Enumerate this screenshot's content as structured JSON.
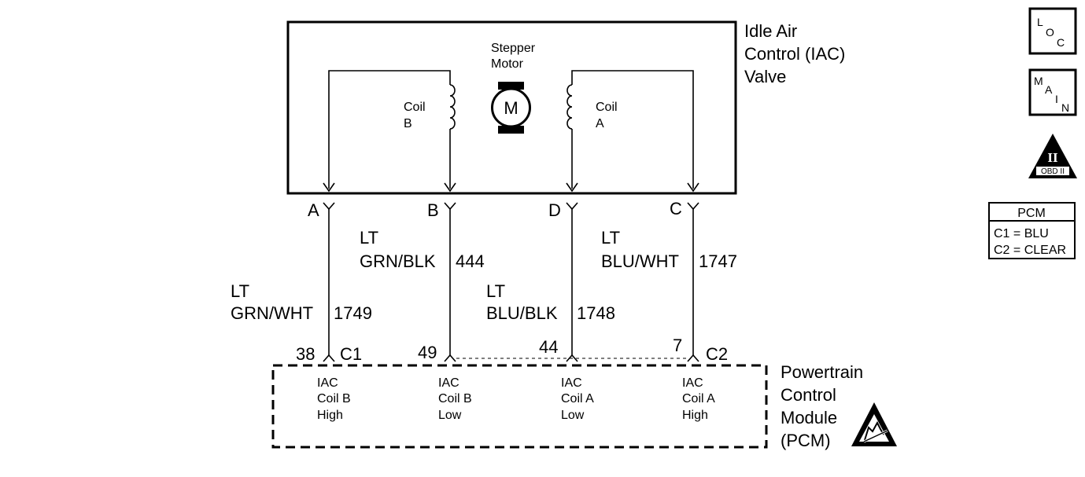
{
  "iac_valve": {
    "title_line1": "Idle Air",
    "title_line2": "Control (IAC)",
    "title_line3": "Valve",
    "motor_label_line1": "Stepper",
    "motor_label_line2": "Motor",
    "motor_symbol": "M",
    "coil_b_line1": "Coil",
    "coil_b_line2": "B",
    "coil_a_line1": "Coil",
    "coil_a_line2": "A"
  },
  "valve_pins": [
    {
      "label": "A"
    },
    {
      "label": "B"
    },
    {
      "label": "D"
    },
    {
      "label": "C"
    }
  ],
  "wires": [
    {
      "color_line1": "LT",
      "color_line2": "GRN/WHT",
      "circuit": "1749"
    },
    {
      "color_line1": "LT",
      "color_line2": "GRN/BLK",
      "circuit": "444"
    },
    {
      "color_line1": "LT",
      "color_line2": "BLU/BLK",
      "circuit": "1748"
    },
    {
      "color_line1": "LT",
      "color_line2": "BLU/WHT",
      "circuit": "1747"
    }
  ],
  "pcm_pins": [
    {
      "number": "38",
      "connector": "C1",
      "line1": "IAC",
      "line2": "Coil B",
      "line3": "High"
    },
    {
      "number": "49",
      "connector": "",
      "line1": "IAC",
      "line2": "Coil B",
      "line3": "Low"
    },
    {
      "number": "44",
      "connector": "",
      "line1": "IAC",
      "line2": "Coil A",
      "line3": "Low"
    },
    {
      "number": "7",
      "connector": "C2",
      "line1": "IAC",
      "line2": "Coil A",
      "line3": "High"
    }
  ],
  "pcm": {
    "title_line1": "Powertrain",
    "title_line2": "Control",
    "title_line3": "Module",
    "title_line4": "(PCM)"
  },
  "side_icons": {
    "loc": {
      "l1": "L",
      "l2": "O",
      "l3": "C"
    },
    "main": {
      "l1": "M",
      "l2": "A",
      "l3": "I",
      "l4": "N"
    },
    "obd": {
      "numeral": "II",
      "caption": "OBD II"
    }
  },
  "pcm_legend": {
    "title": "PCM",
    "row1": "C1 = BLU",
    "row2": "C2 = CLEAR"
  }
}
